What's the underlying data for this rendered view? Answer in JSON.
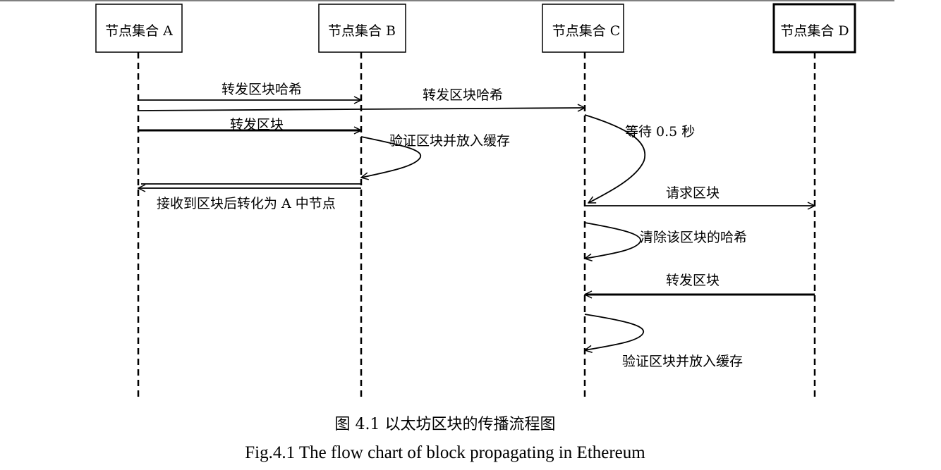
{
  "nodes": [
    {
      "id": "A",
      "label": "节点集合 A"
    },
    {
      "id": "B",
      "label": "节点集合 B"
    },
    {
      "id": "C",
      "label": "节点集合 C"
    },
    {
      "id": "D",
      "label": "节点集合 D"
    }
  ],
  "messages": [
    {
      "id": "m1",
      "label": "转发区块哈希"
    },
    {
      "id": "m2",
      "label": "转发区块哈希"
    },
    {
      "id": "m3",
      "label": "转发区块"
    },
    {
      "id": "m4",
      "label": "验证区块并放入缓存"
    },
    {
      "id": "m5",
      "label": "接收到区块后转化为 A 中节点"
    },
    {
      "id": "m6",
      "label": "等待 0.5 秒"
    },
    {
      "id": "m7",
      "label": "请求区块"
    },
    {
      "id": "m8",
      "label": "清除该区块的哈希"
    },
    {
      "id": "m9",
      "label": "转发区块"
    },
    {
      "id": "m10",
      "label": "验证区块并放入缓存"
    }
  ],
  "caption": {
    "zh": "图 4.1 以太坊区块的传播流程图",
    "en": "Fig.4.1 The flow chart of block propagating in Ethereum"
  }
}
